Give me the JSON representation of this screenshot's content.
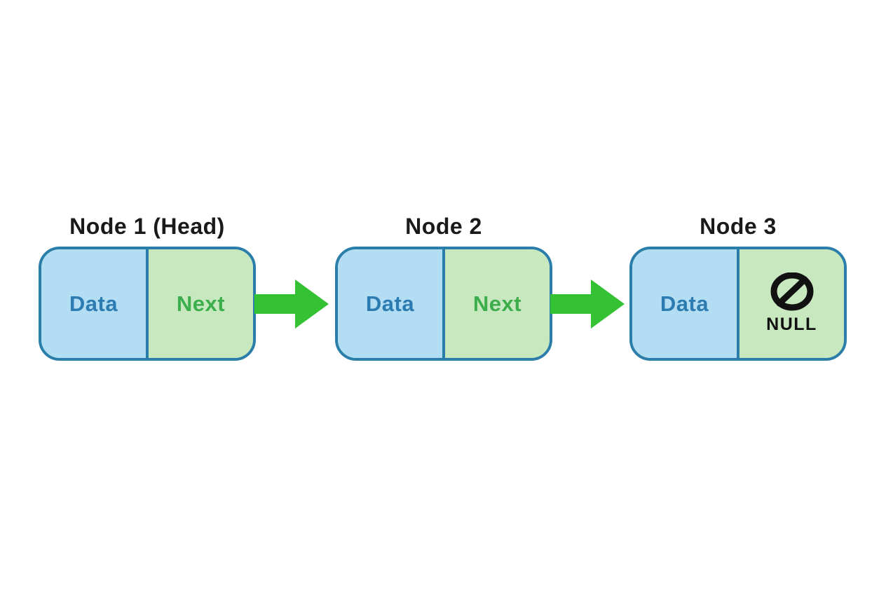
{
  "diagram": {
    "type": "singly-linked-list",
    "description": "Three linked list nodes connected by arrows, last node points to NULL"
  },
  "nodes": [
    {
      "title": "Node 1 (Head)",
      "data_label": "Data",
      "next_label": "Next"
    },
    {
      "title": "Node 2",
      "data_label": "Data",
      "next_label": "Next"
    },
    {
      "title": "Node 3",
      "data_label": "Data",
      "null_label": "NULL",
      "next_icon": "null-icon"
    }
  ],
  "arrows": [
    {
      "from": "Node 1 (Head)",
      "to": "Node 2",
      "icon": "arrow-right-icon"
    },
    {
      "from": "Node 2",
      "to": "Node 3",
      "icon": "arrow-right-icon"
    }
  ],
  "colors": {
    "background": "#ffffff",
    "title_text": "#1a1a1a",
    "node_border": "#2a7ea9",
    "data_fill": "#b2ddf3",
    "next_fill": "#c8e8c0",
    "data_text": "#2d7cb1",
    "next_text": "#3cae4b",
    "arrow": "#34c234",
    "null_symbol": "#111111"
  }
}
